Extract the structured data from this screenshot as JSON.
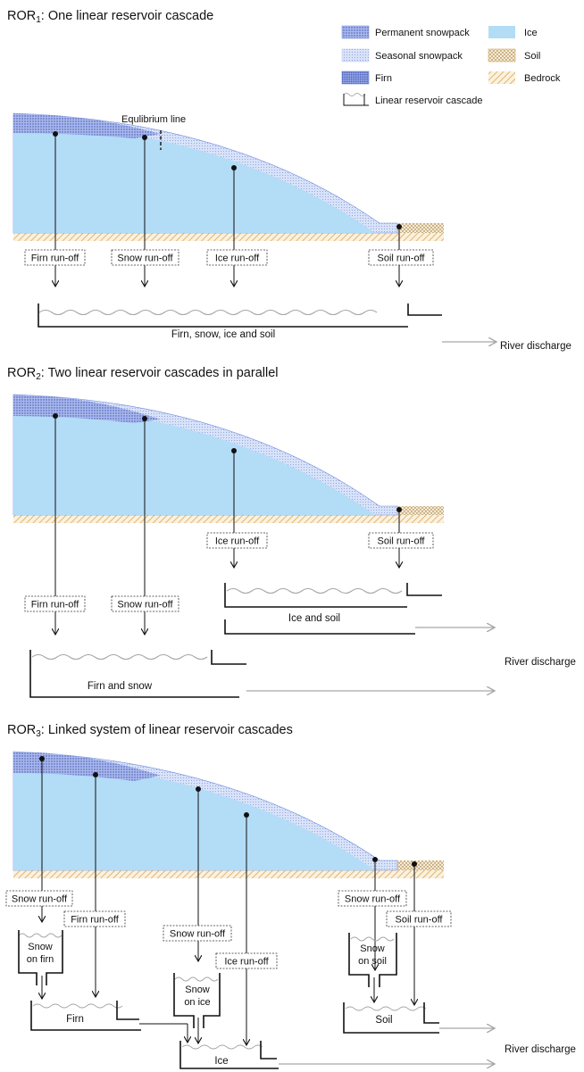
{
  "colors": {
    "ice": "#b3dcf7",
    "permanent_snowpack": "#6d87dc",
    "seasonal_snowpack": "#b7c5ef",
    "firn": "#4f68c9",
    "soil": "#c8973f",
    "bedrock": "#d9a85c",
    "discharge": "#a6a6a6",
    "wave": "#a6a6a6"
  },
  "legend": {
    "permanent_snowpack": "Permanent snowpack",
    "seasonal_snowpack": "Seasonal snowpack",
    "firn": "Firn",
    "ice": "Ice",
    "soil": "Soil",
    "bedrock": "Bedrock",
    "cascade": "Linear reservoir cascade"
  },
  "annotations": {
    "equilibrium_line": "Equlibrium line"
  },
  "river_discharge": "River discharge",
  "panels": {
    "ror1": {
      "title_prefix": "ROR",
      "title_sub": "1",
      "title_rest": ": One linear reservoir cascade",
      "runoff": [
        "Firn run-off",
        "Snow run-off",
        "Ice run-off",
        "Soil run-off"
      ],
      "reservoir": "Firn, snow, ice and soil"
    },
    "ror2": {
      "title_prefix": "ROR",
      "title_sub": "2",
      "title_rest": ": Two linear reservoir cascades in parallel",
      "runoff": [
        "Firn run-off",
        "Snow run-off",
        "Ice run-off",
        "Soil run-off"
      ],
      "reservoir_ice_soil": "Ice and soil",
      "reservoir_firn_snow": "Firn and snow"
    },
    "ror3": {
      "title_prefix": "ROR",
      "title_sub": "3",
      "title_rest": ": Linked system of linear reservoir cascades",
      "runoff_left": [
        "Snow run-off",
        "Firn run-off"
      ],
      "runoff_mid": [
        "Snow run-off",
        "Ice run-off"
      ],
      "runoff_right": [
        "Snow run-off",
        "Soil run-off"
      ],
      "snow_on_firn": [
        "Snow",
        "on firn"
      ],
      "snow_on_ice": [
        "Snow",
        "on ice"
      ],
      "snow_on_soil": [
        "Snow",
        "on soil"
      ],
      "firn": "Firn",
      "ice": "Ice",
      "soil": "Soil"
    }
  }
}
